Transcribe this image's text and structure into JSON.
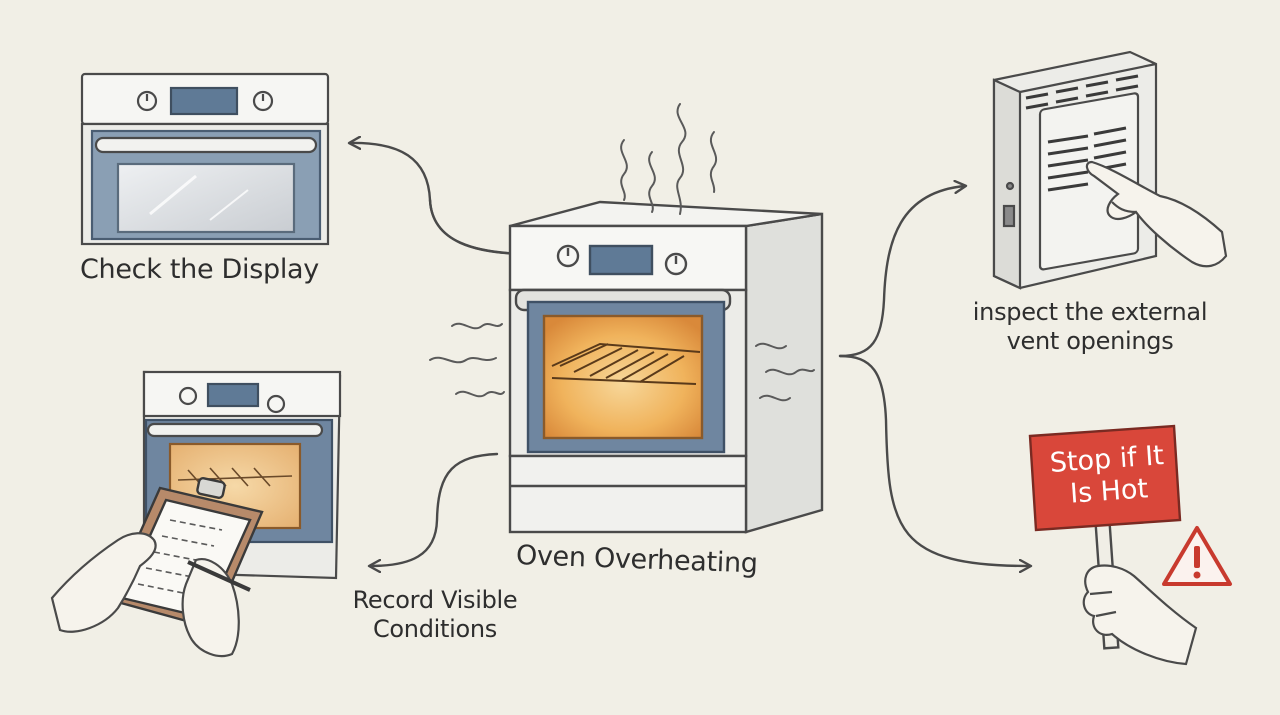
{
  "labels": {
    "center": "Oven Overheating",
    "check_display": "Check the Display",
    "inspect_vents": "inspect the external vent openings",
    "record_conditions": "Record Visible Conditions",
    "stop_sign": "Stop if It Is Hot"
  },
  "colors": {
    "background": "#f1efe6",
    "ink": "#3a3a3a",
    "oven_glow": "#f0b35c",
    "sign_red": "#d9473a",
    "warning_red": "#c83a2e"
  }
}
